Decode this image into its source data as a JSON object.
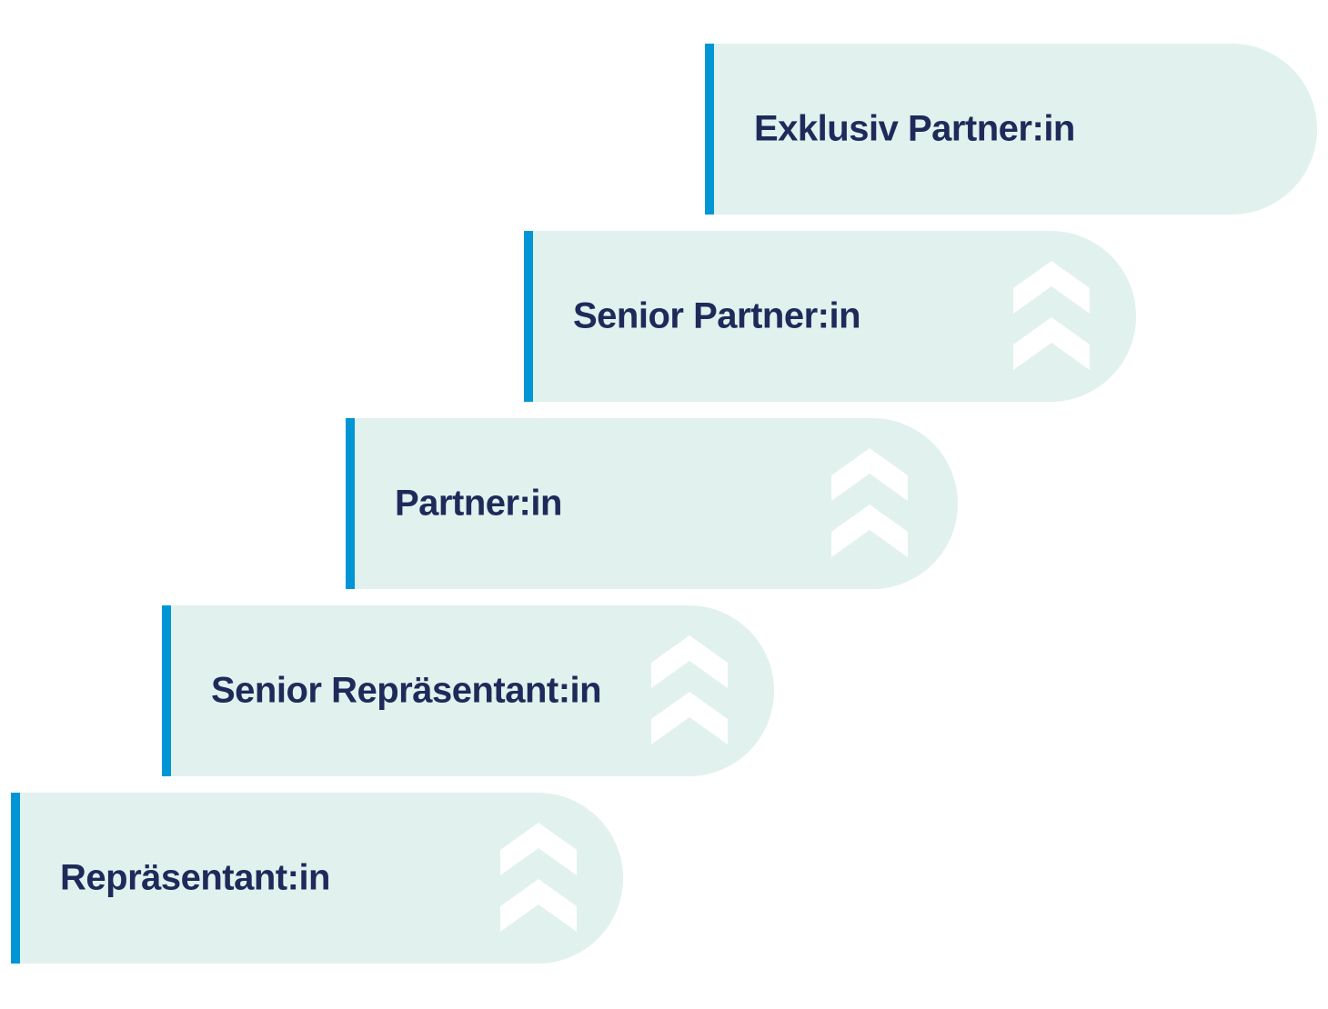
{
  "colors": {
    "step_background": "#e1f1ee",
    "accent_bar": "#0096d6",
    "label_text": "#1f2a5a",
    "chevron": "#ffffff"
  },
  "steps": [
    {
      "label": "Repräsentant:in",
      "icon": "double-chevron-up-icon"
    },
    {
      "label": "Senior Repräsentant:in",
      "icon": "double-chevron-up-icon"
    },
    {
      "label": "Partner:in",
      "icon": "double-chevron-up-icon"
    },
    {
      "label": "Senior Partner:in",
      "icon": "double-chevron-up-icon"
    },
    {
      "label": "Exklusiv Partner:in"
    }
  ]
}
